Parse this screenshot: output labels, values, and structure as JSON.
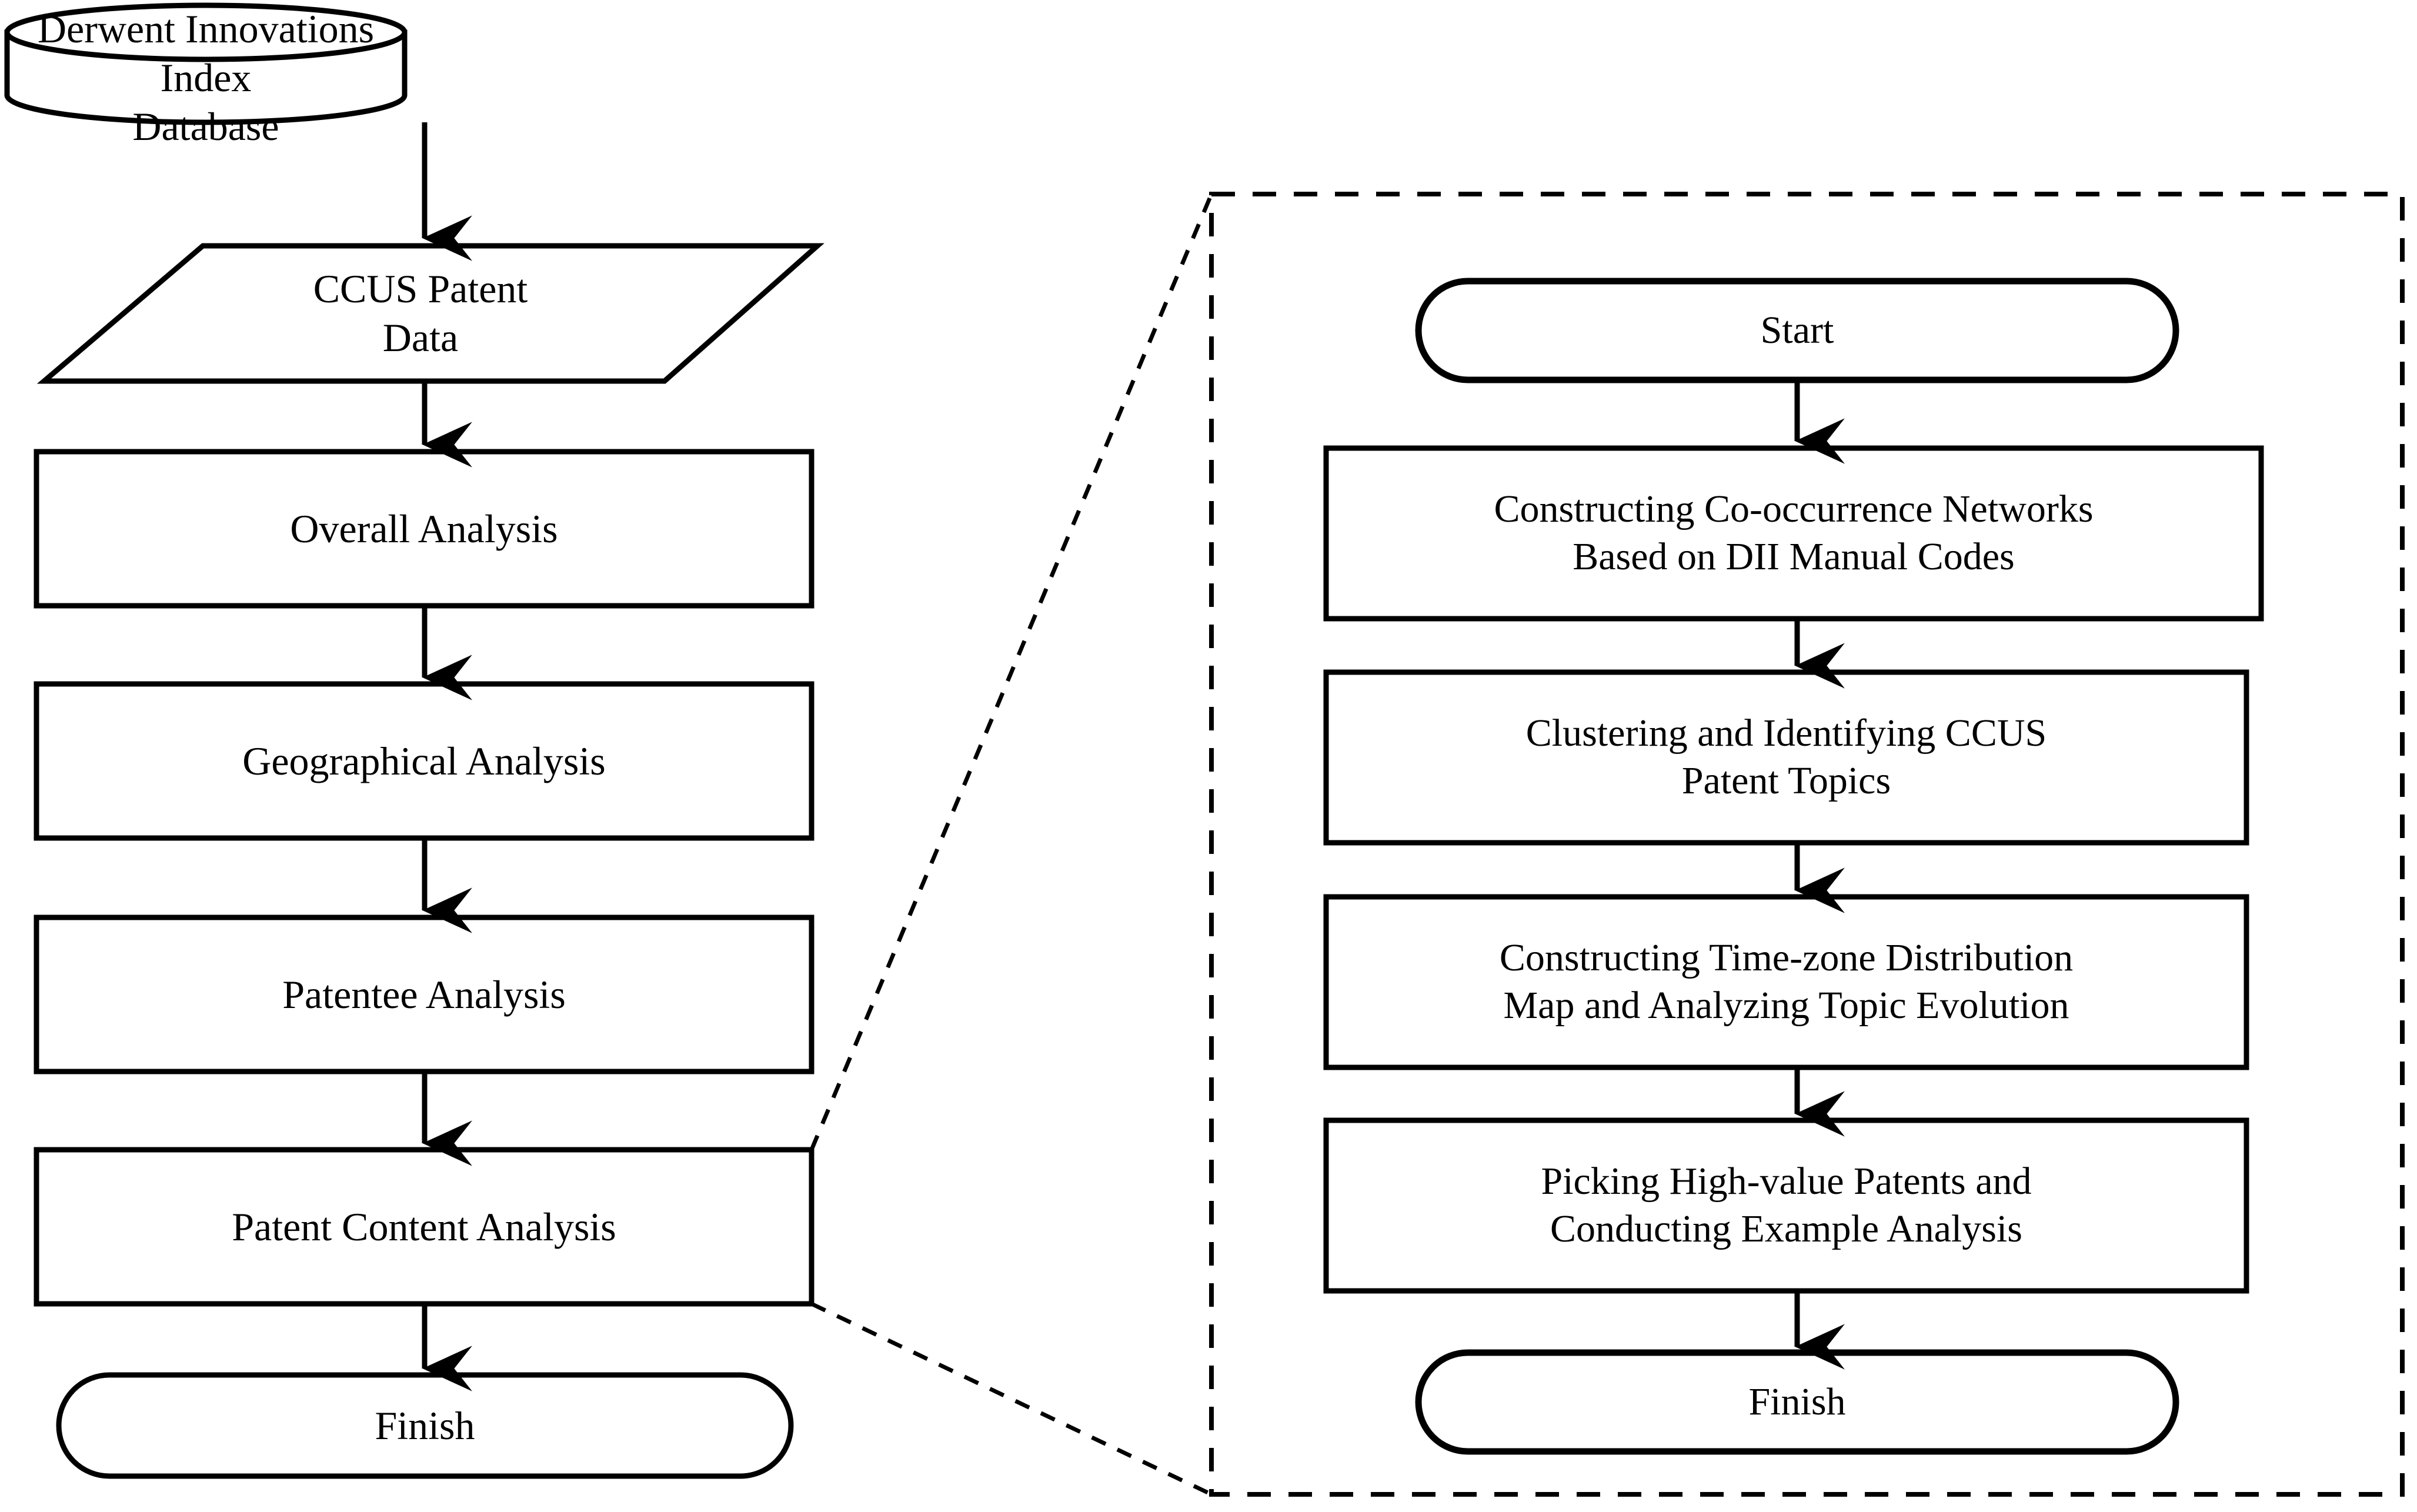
{
  "diagram": {
    "title": "CCUS Patent Analysis Research Framework Flowchart",
    "stroke_color": "#000000",
    "background_color": "#ffffff",
    "dashed_border_color": "#000000"
  },
  "left_flow": {
    "nodes": [
      {
        "id": "database",
        "shape": "cylinder",
        "label": "Derwent Innovations Index\nDatabase"
      },
      {
        "id": "patent-data",
        "shape": "parallelogram",
        "label": "CCUS Patent\nData"
      },
      {
        "id": "overall-analysis",
        "shape": "rectangle",
        "label": "Overall Analysis"
      },
      {
        "id": "geographical-analysis",
        "shape": "rectangle",
        "label": "Geographical Analysis"
      },
      {
        "id": "patentee-analysis",
        "shape": "rectangle",
        "label": "Patentee Analysis"
      },
      {
        "id": "patent-content-analysis",
        "shape": "rectangle",
        "label": "Patent Content Analysis"
      },
      {
        "id": "finish",
        "shape": "pill",
        "label": "Finish"
      }
    ]
  },
  "detail_panel": {
    "border_style": "dashed",
    "nodes": [
      {
        "id": "start",
        "shape": "pill",
        "label": "Start"
      },
      {
        "id": "co-occurrence-networks",
        "shape": "rectangle",
        "label": "Constructing Co-occurrence Networks\nBased on DII Manual Codes"
      },
      {
        "id": "clustering-topics",
        "shape": "rectangle",
        "label": "Clustering and Identifying CCUS\nPatent Topics"
      },
      {
        "id": "time-zone-map",
        "shape": "rectangle",
        "label": "Constructing Time-zone Distribution\nMap and Analyzing Topic Evolution"
      },
      {
        "id": "high-value-patents",
        "shape": "rectangle",
        "label": "Picking High-value Patents and\nConducting Example Analysis"
      },
      {
        "id": "finish",
        "shape": "pill",
        "label": "Finish"
      }
    ]
  },
  "connectors": {
    "left_chain_arrows": 6,
    "detail_chain_arrows": 5,
    "expansion_leader_lines": 2
  }
}
